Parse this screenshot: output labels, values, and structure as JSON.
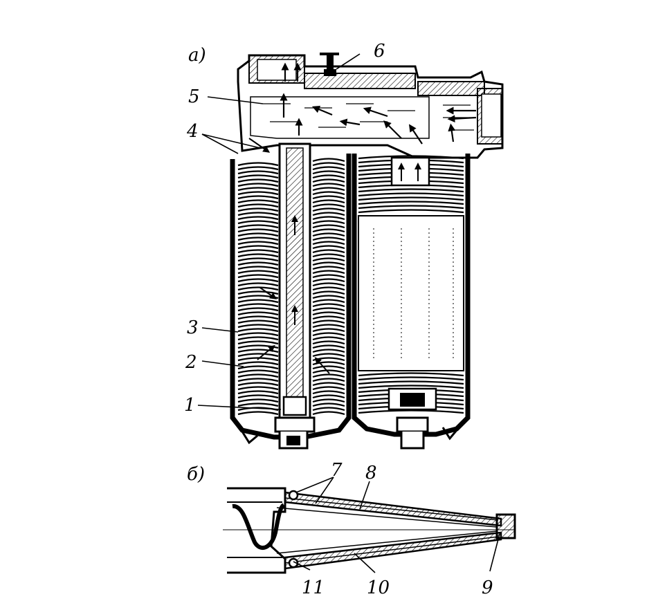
{
  "figure": {
    "panel_labels": {
      "a": "а)",
      "b": "б)"
    },
    "callouts": {
      "c1": "1",
      "c2": "2",
      "c3": "3",
      "c4": "4",
      "c5": "5",
      "c6": "6",
      "c7": "7",
      "c8": "8",
      "c9": "9",
      "c10": "10",
      "c11": "11"
    }
  }
}
